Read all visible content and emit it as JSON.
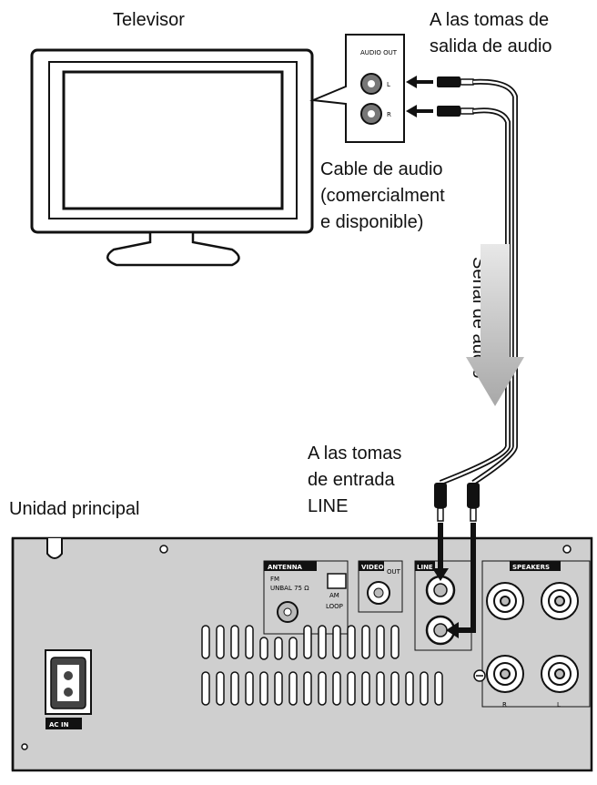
{
  "labels": {
    "tv": "Televisor",
    "tv_output": "A las tomas de\nsalida de audio",
    "cable": "Cable de audio\n(comercialment\ne disponible)",
    "signal": "Señal de audio",
    "line_input": "A las tomas\nde entrada\nLINE",
    "main_unit": "Unidad principal"
  },
  "panel_labels": {
    "audio_out": "AUDIO\nOUT",
    "antenna": "ANTENNA",
    "fm": "FM",
    "fm_unbal": "UNBAL 75 Ω",
    "am": "AM",
    "loop": "LOOP",
    "video": "VIDEO",
    "out": "OUT",
    "line": "LINE",
    "speakers": "SPEAKERS",
    "ac_in": "AC IN",
    "r": "R",
    "l": "L"
  },
  "colors": {
    "panel": "#cfcfcf",
    "line": "#111111",
    "arrow": "#b5b5b5"
  }
}
